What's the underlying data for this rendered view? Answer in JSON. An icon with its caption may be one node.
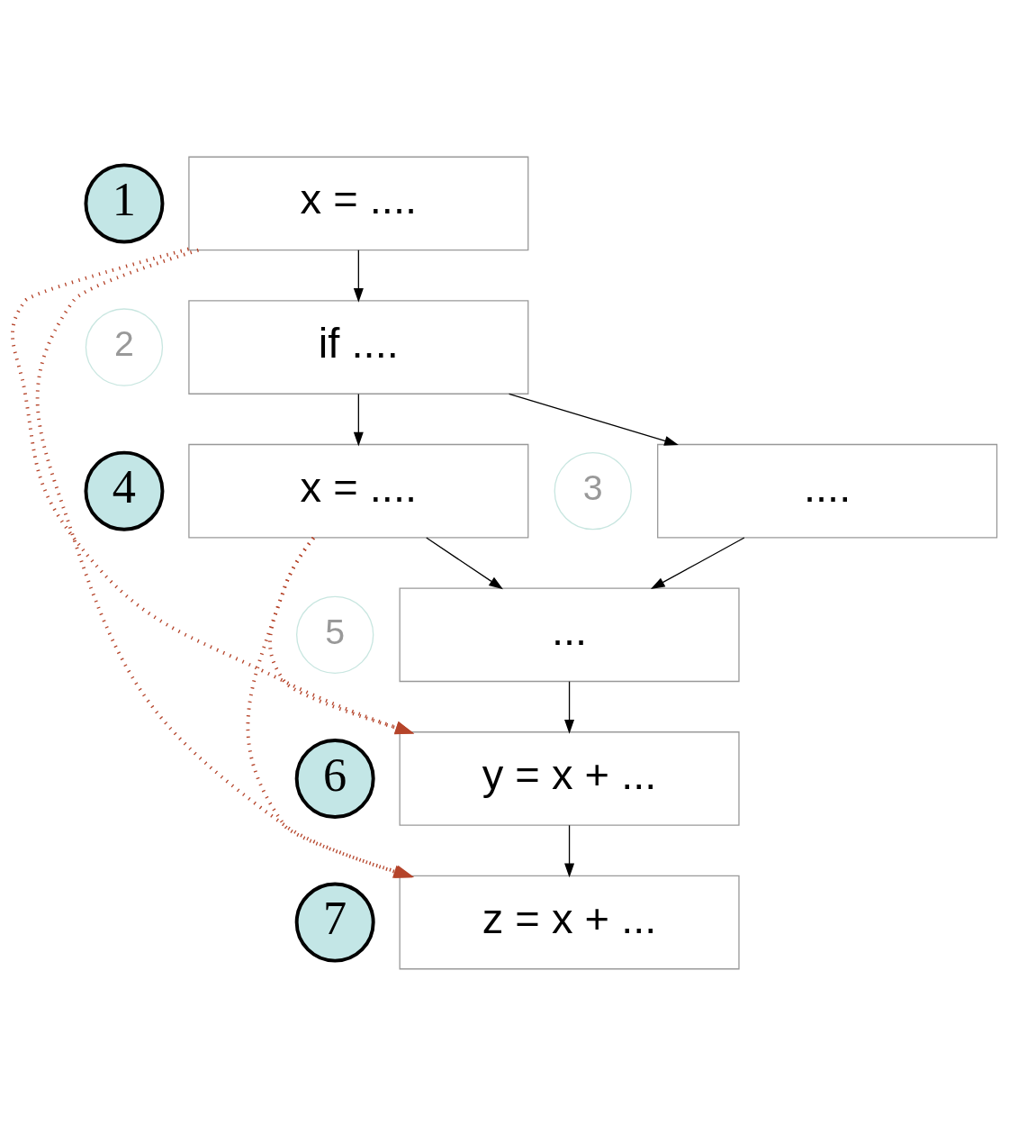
{
  "diagram": {
    "nodes": [
      {
        "text": [
          "1"
        ]
      },
      {
        "text": [
          "x = ...."
        ]
      },
      {
        "text": [
          "2"
        ]
      },
      {
        "text": [
          "if ...."
        ]
      },
      {
        "text": [
          "3"
        ]
      },
      {
        "text": [
          "...."
        ]
      },
      {
        "text": [
          "4"
        ]
      },
      {
        "text": [
          "x = ...."
        ]
      },
      {
        "text": [
          "5"
        ]
      },
      {
        "text": [
          "..."
        ]
      },
      {
        "text": [
          "6"
        ]
      },
      {
        "text": [
          "y = x + ..."
        ]
      },
      {
        "text": [
          "7"
        ]
      },
      {
        "text": [
          "z = x + ..."
        ]
      }
    ],
    "edges": [
      {
        "from": 1,
        "to": 3,
        "arrow": "to"
      },
      {
        "from": 3,
        "to": 5,
        "arrow": "to"
      },
      {
        "from": 3,
        "to": 7,
        "arrow": "to"
      },
      {
        "from": 5,
        "to": 9,
        "arrow": "to"
      },
      {
        "from": 7,
        "to": 9,
        "arrow": "to"
      },
      {
        "from": 9,
        "to": 11,
        "arrow": "to"
      },
      {
        "from": 11,
        "to": 13,
        "arrow": "to"
      },
      {
        "from": 1,
        "to": 11,
        "arrow": "to",
        "style": "dashed",
        "color": "#b5442a"
      },
      {
        "from": 1,
        "to": 13,
        "arrow": "to",
        "style": "dashed",
        "color": "#b5442a"
      },
      {
        "from": 7,
        "to": 11,
        "arrow": "to",
        "style": "dashed",
        "color": "#b5442a"
      },
      {
        "from": 7,
        "to": 13,
        "arrow": "to",
        "style": "dashed",
        "color": "#b5442a"
      }
    ]
  }
}
